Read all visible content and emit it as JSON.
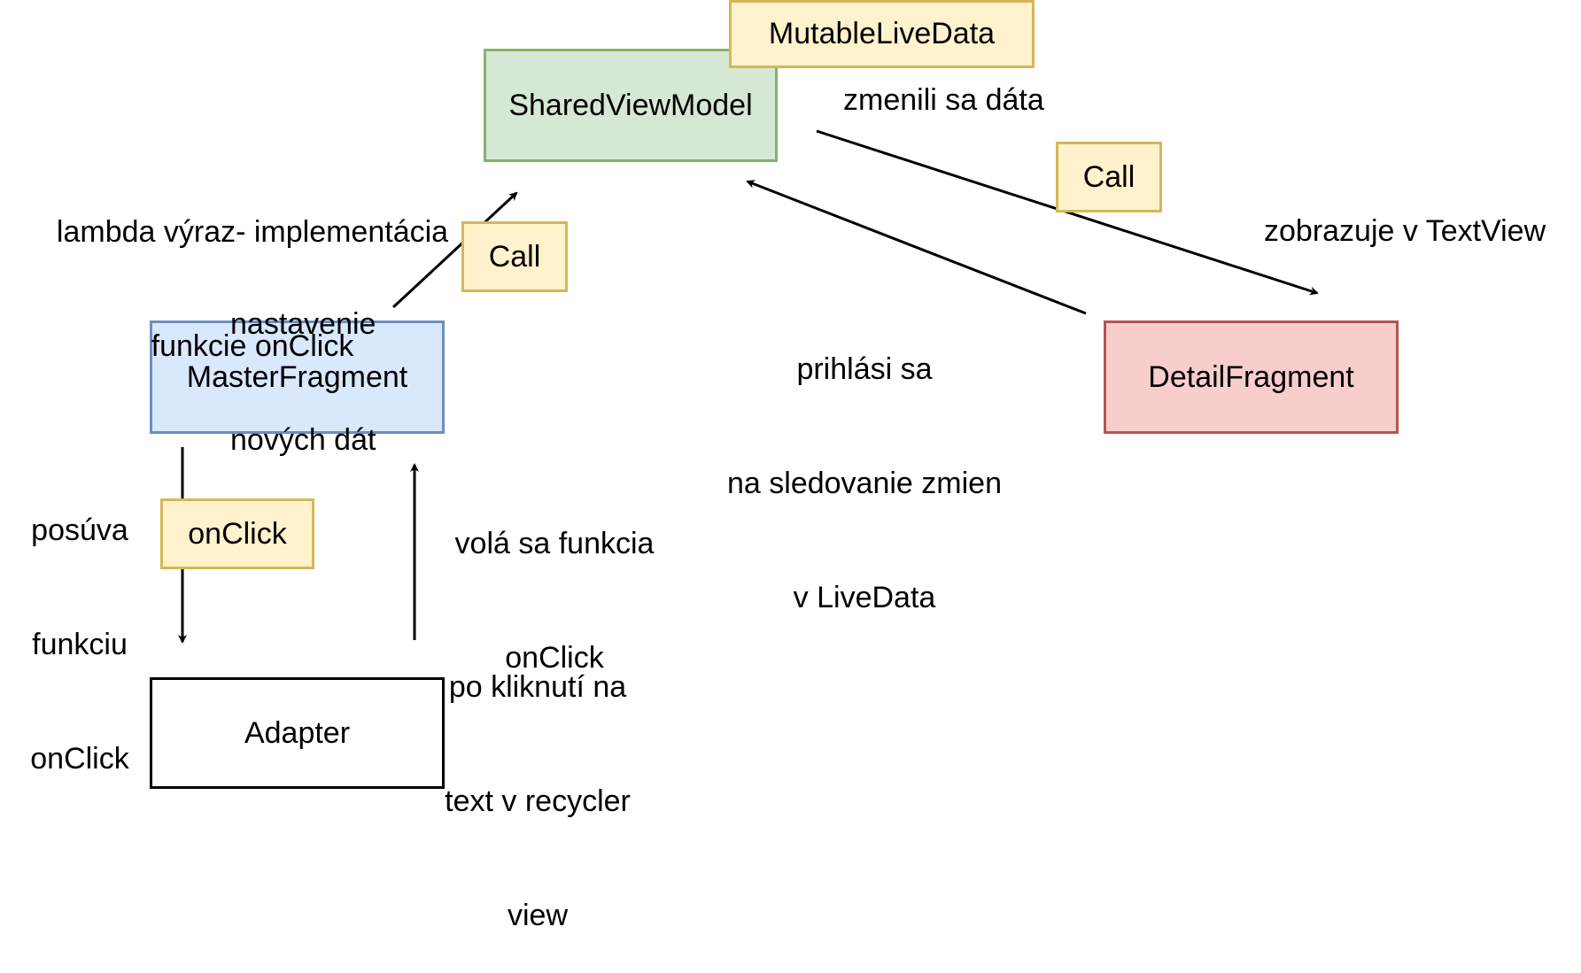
{
  "nodes": {
    "shared_view_model": "SharedViewModel",
    "mutable_live_data": "MutableLiveData",
    "master_fragment": "MasterFragment",
    "detail_fragment": "DetailFragment",
    "adapter": "Adapter",
    "call_master": "Call",
    "call_detail": "Call",
    "on_click": "onClick"
  },
  "labels": {
    "lambda_line1": "lambda výraz- implementácia",
    "lambda_line2": "funkcie onClick",
    "set_data_line1": "nastavenie",
    "set_data_line2": "nových dát",
    "data_changed": "zmenili sa dáta",
    "shows_textview": "zobrazuje v TextView",
    "subscribe_line1": "prihlási sa",
    "subscribe_line2": "na sledovanie zmien",
    "subscribe_line3": "v LiveData",
    "passes_line1": "posúva",
    "passes_line2": "funkciu",
    "passes_line3": "onClick",
    "called_line1": "volá sa funkcia",
    "called_line2": "onClick",
    "after_click_line1": "po kliknutí na",
    "after_click_line2": "text v recycler",
    "after_click_line3": "view"
  }
}
